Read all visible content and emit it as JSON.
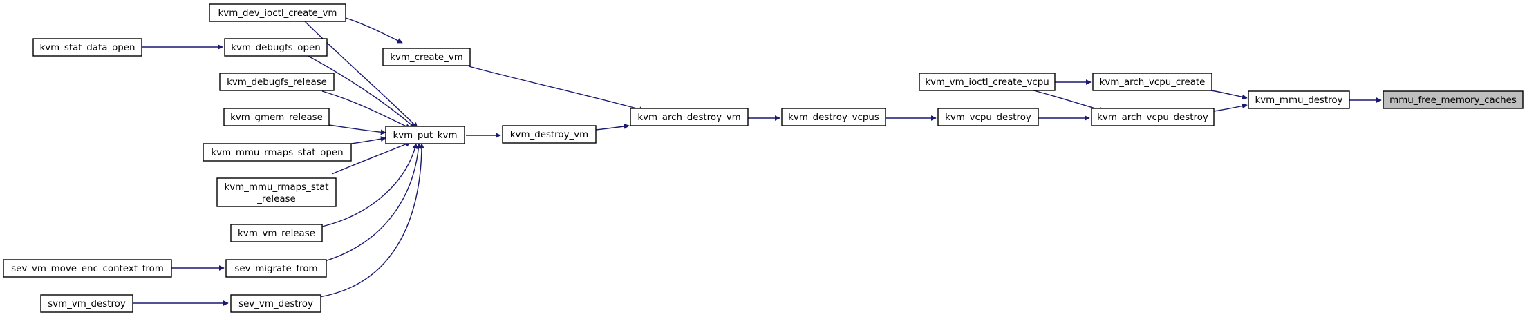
{
  "graph": {
    "edge_color": "#191970",
    "highlight_fill": "#bfbfbf",
    "nodes": {
      "kvm_dev_ioctl_create_vm": {
        "label": [
          "kvm_dev_ioctl_create_vm"
        ]
      },
      "kvm_stat_data_open": {
        "label": [
          "kvm_stat_data_open"
        ]
      },
      "kvm_debugfs_open": {
        "label": [
          "kvm_debugfs_open"
        ]
      },
      "kvm_create_vm": {
        "label": [
          "kvm_create_vm"
        ]
      },
      "kvm_debugfs_release": {
        "label": [
          "kvm_debugfs_release"
        ]
      },
      "kvm_gmem_release": {
        "label": [
          "kvm_gmem_release"
        ]
      },
      "kvm_put_kvm": {
        "label": [
          "kvm_put_kvm"
        ]
      },
      "kvm_mmu_rmaps_stat_open": {
        "label": [
          "kvm_mmu_rmaps_stat_open"
        ]
      },
      "kvm_mmu_rmaps_stat_release": {
        "label": [
          "kvm_mmu_rmaps_stat",
          "_release"
        ]
      },
      "kvm_vm_release": {
        "label": [
          "kvm_vm_release"
        ]
      },
      "sev_vm_move_enc_context_from": {
        "label": [
          "sev_vm_move_enc_context_from"
        ]
      },
      "sev_migrate_from": {
        "label": [
          "sev_migrate_from"
        ]
      },
      "svm_vm_destroy": {
        "label": [
          "svm_vm_destroy"
        ]
      },
      "sev_vm_destroy": {
        "label": [
          "sev_vm_destroy"
        ]
      },
      "kvm_destroy_vm": {
        "label": [
          "kvm_destroy_vm"
        ]
      },
      "kvm_arch_destroy_vm": {
        "label": [
          "kvm_arch_destroy_vm"
        ]
      },
      "kvm_destroy_vcpus": {
        "label": [
          "kvm_destroy_vcpus"
        ]
      },
      "kvm_vcpu_destroy": {
        "label": [
          "kvm_vcpu_destroy"
        ]
      },
      "kvm_vm_ioctl_create_vcpu": {
        "label": [
          "kvm_vm_ioctl_create_vcpu"
        ]
      },
      "kvm_arch_vcpu_create": {
        "label": [
          "kvm_arch_vcpu_create"
        ]
      },
      "kvm_arch_vcpu_destroy": {
        "label": [
          "kvm_arch_vcpu_destroy"
        ]
      },
      "kvm_mmu_destroy": {
        "label": [
          "kvm_mmu_destroy"
        ]
      },
      "mmu_free_memory_caches": {
        "label": [
          "mmu_free_memory_caches"
        ],
        "highlight": true
      }
    },
    "edges": [
      [
        "kvm_dev_ioctl_create_vm",
        "kvm_create_vm"
      ],
      [
        "kvm_dev_ioctl_create_vm",
        "kvm_put_kvm"
      ],
      [
        "kvm_stat_data_open",
        "kvm_debugfs_open"
      ],
      [
        "kvm_debugfs_open",
        "kvm_put_kvm"
      ],
      [
        "kvm_create_vm",
        "kvm_arch_destroy_vm"
      ],
      [
        "kvm_debugfs_release",
        "kvm_put_kvm"
      ],
      [
        "kvm_gmem_release",
        "kvm_put_kvm"
      ],
      [
        "kvm_mmu_rmaps_stat_open",
        "kvm_put_kvm"
      ],
      [
        "kvm_mmu_rmaps_stat_release",
        "kvm_put_kvm"
      ],
      [
        "kvm_vm_release",
        "kvm_put_kvm"
      ],
      [
        "sev_migrate_from",
        "kvm_put_kvm"
      ],
      [
        "sev_vm_destroy",
        "kvm_put_kvm"
      ],
      [
        "sev_vm_move_enc_context_from",
        "sev_migrate_from"
      ],
      [
        "svm_vm_destroy",
        "sev_vm_destroy"
      ],
      [
        "kvm_put_kvm",
        "kvm_destroy_vm"
      ],
      [
        "kvm_destroy_vm",
        "kvm_arch_destroy_vm"
      ],
      [
        "kvm_arch_destroy_vm",
        "kvm_destroy_vcpus"
      ],
      [
        "kvm_destroy_vcpus",
        "kvm_vcpu_destroy"
      ],
      [
        "kvm_vcpu_destroy",
        "kvm_arch_vcpu_destroy"
      ],
      [
        "kvm_vm_ioctl_create_vcpu",
        "kvm_arch_vcpu_create"
      ],
      [
        "kvm_vm_ioctl_create_vcpu",
        "kvm_arch_vcpu_destroy"
      ],
      [
        "kvm_arch_vcpu_create",
        "kvm_mmu_destroy"
      ],
      [
        "kvm_arch_vcpu_destroy",
        "kvm_mmu_destroy"
      ],
      [
        "kvm_mmu_destroy",
        "mmu_free_memory_caches"
      ]
    ]
  }
}
